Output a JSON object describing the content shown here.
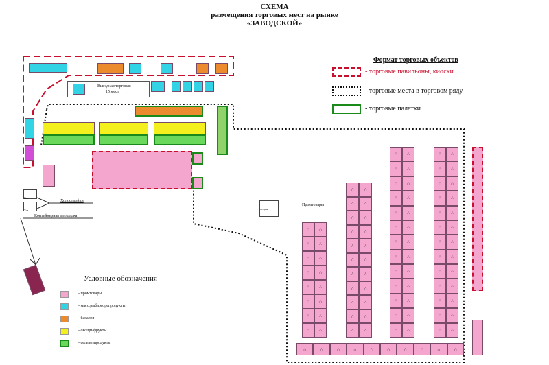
{
  "header": {
    "title": "СХЕМА",
    "subtitle": "размещения торговых мест на рынке",
    "market_name": "«ЗАВОДСКОЙ»"
  },
  "format_legend": {
    "title": "Формат торговых объектов",
    "items": [
      {
        "label": "- торговые павильоны, киоски",
        "style": "dashed-red"
      },
      {
        "label": "- торговые места в торговом ряду",
        "style": "dotted-black"
      },
      {
        "label": "- торговые палатки",
        "style": "green-border"
      }
    ]
  },
  "category_legend": {
    "title": "Условные обозначения",
    "items": [
      {
        "label": "- промтовары",
        "color": "#f4a6cf"
      },
      {
        "label": "- мясо,рыба,морепродукты",
        "color": "#33d3e6"
      },
      {
        "label": "- бакалея",
        "color": "#ec8b2e"
      },
      {
        "label": "- овощи-фрукты",
        "color": "#f4f01e"
      },
      {
        "label": "- сельхозпродукты",
        "color": "#69d85b"
      }
    ]
  },
  "map_labels": {
    "exit_trade": "Выездная торговля",
    "exit_trade_count": "15 мест",
    "promtovary": "Промтовары",
    "kholodilniki": "Холостройки",
    "container_area": "Контейнерная площадка",
    "storage": "сторож",
    "utility_a": "Хоз",
    "utility_b": "Хоз"
  }
}
